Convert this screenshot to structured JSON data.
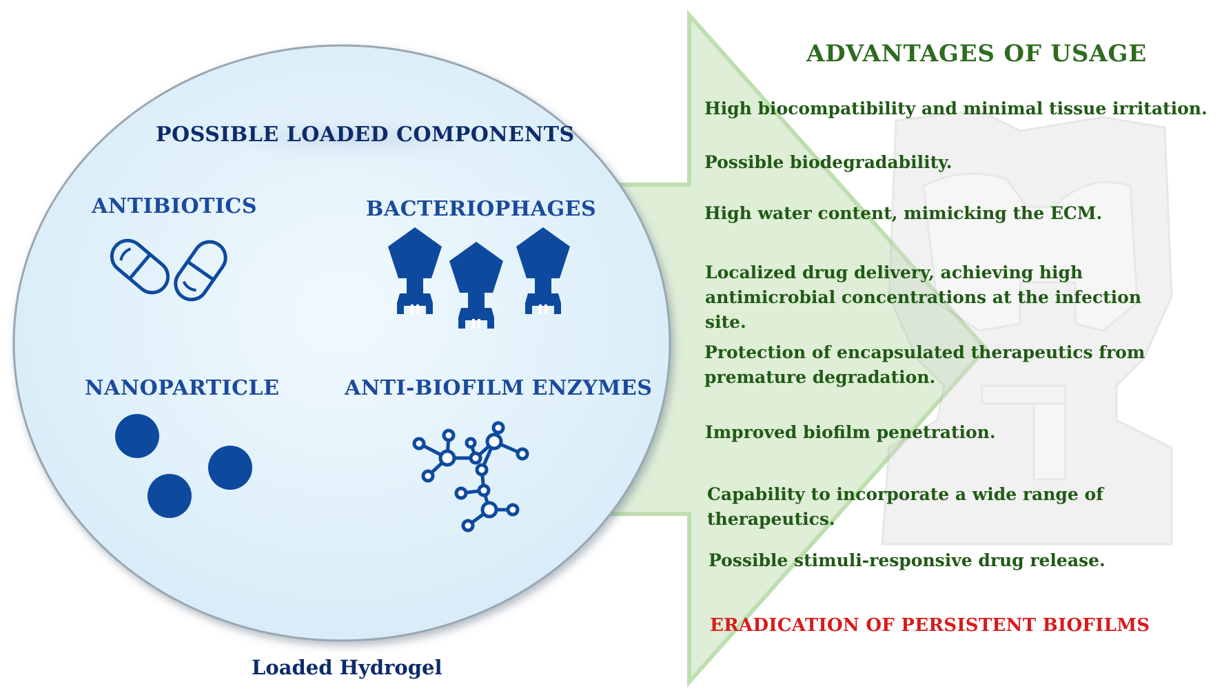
{
  "hydrogel": {
    "components_title": "POSSIBLE LOADED COMPONENTS",
    "caption": "Loaded Hydrogel",
    "components": [
      {
        "label": "ANTIBIOTICS",
        "icon": "capsule-icon"
      },
      {
        "label": "BACTERIOPHAGES",
        "icon": "bacteriophage-icon"
      },
      {
        "label": "NANOPARTICLE",
        "icon": "nanoparticle-icon"
      },
      {
        "label": "ANTI-BIOFILM ENZYMES",
        "icon": "molecule-network-icon"
      }
    ]
  },
  "advantages": {
    "title": "ADVANTAGES OF USAGE",
    "items": [
      "High biocompatibility and minimal tissue irritation.",
      "Possible biodegradability.",
      "High water content, mimicking the ECM.",
      "Localized drug delivery, achieving high antimicrobial concentrations at the infection site.",
      "Protection of encapsulated therapeutics from premature degradation.",
      "Improved biofilm penetration.",
      "Capability to incorporate a wide range of therapeutics.",
      "Possible stimuli-responsive drug release."
    ],
    "conclusion": "ERADICATION OF PERSISTENT BIOFILMS"
  },
  "colors": {
    "circle_fill": "#e6f3fb",
    "arrow_fill": "#dcedd3",
    "arrow_stroke": "#b7dba7",
    "icon_blue": "#0d4a9e",
    "advantage_green": "#1f5a14",
    "conclusion_red": "#d81b1b"
  }
}
